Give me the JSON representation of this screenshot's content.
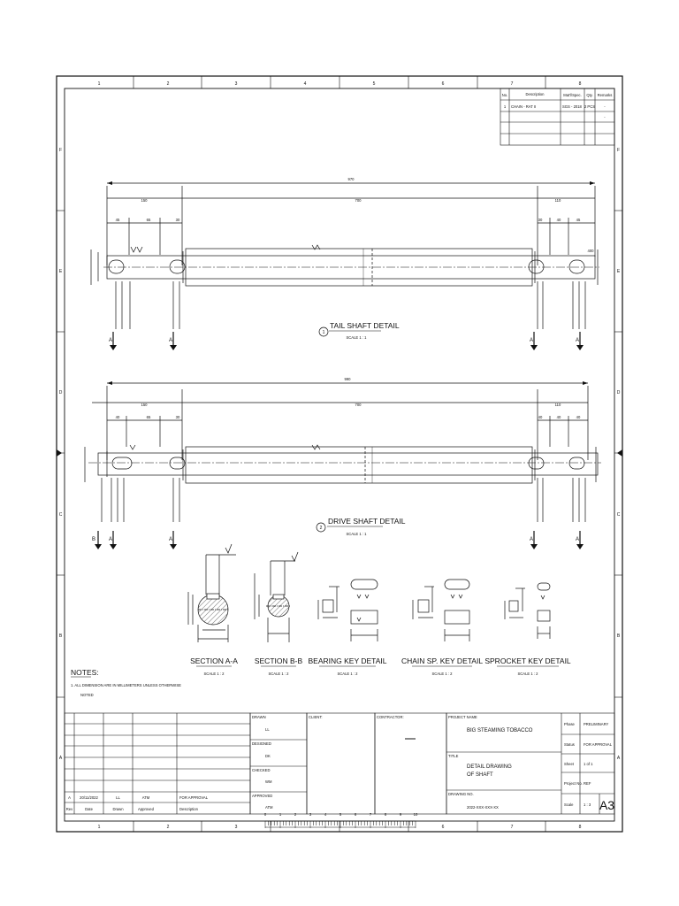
{
  "grid": {
    "columns": [
      "1",
      "2",
      "3",
      "4",
      "5",
      "6",
      "7",
      "8"
    ],
    "rows": [
      "F",
      "E",
      "D",
      "C",
      "B",
      "A"
    ]
  },
  "parts_table": {
    "headers": {
      "no": "No.",
      "description": "Description",
      "spec": "Mat'l/Spec.",
      "qty": "Qty.",
      "remarks": "Remarks"
    },
    "rows": [
      {
        "no": "1",
        "description": "CHAIN - RAT II",
        "spec": "SGS - 2018",
        "qty": "2 PCS",
        "remarks": "-"
      },
      {
        "no": "",
        "description": "",
        "spec": "",
        "qty": "",
        "remarks": "-"
      }
    ]
  },
  "tail_shaft": {
    "title": "TAIL SHAFT DETAIL",
    "scale": "SCALE  1 : 1",
    "number": "1",
    "dims": {
      "overall": "970",
      "left_key": "150",
      "middle": "700",
      "right_key": "110",
      "s1": "45",
      "s2": "65",
      "s3": "30",
      "s4": "30",
      "s5": "40",
      "s6": "45",
      "s7": "400"
    },
    "section_a": "A"
  },
  "drive_shaft": {
    "title": "DRIVE SHAFT DETAIL",
    "scale": "SCALE  1 : 1",
    "number": "2",
    "dims": {
      "overall": "990",
      "left_key": "150",
      "middle": "700",
      "right_key": "110",
      "s1": "40",
      "s2": "65",
      "s3": "30",
      "s4": "40",
      "s5": "40",
      "s6": "40"
    },
    "section_a": "A",
    "section_b": "B"
  },
  "details": [
    {
      "title": "SECTION A-A",
      "scale": "SCALE  1 : 2"
    },
    {
      "title": "SECTION B-B",
      "scale": "SCALE  1 : 2"
    },
    {
      "title": "BEARING KEY DETAIL",
      "scale": "SCALE  1 : 2"
    },
    {
      "title": "CHAIN SP. KEY  DETAIL",
      "scale": "SCALE  1 : 2"
    },
    {
      "title": "SPROCKET KEY DETAIL",
      "scale": "SCALE  1 : 2"
    }
  ],
  "notes": {
    "heading": "NOTES:",
    "line1": "1.   ALL DIMENSION ARE IN MILLIMETERS UNLESS OTHERWISE",
    "line2": "NOTED"
  },
  "revision": {
    "row": {
      "rev": "A",
      "date": "20/11/2022",
      "drawn": "LL",
      "approved": "ATM",
      "description": "FOR APPROVAL"
    },
    "headers": {
      "rev": "Rev",
      "date": "Date",
      "drawn": "Drawn",
      "approved": "Approved",
      "description": "Description"
    }
  },
  "signoff": {
    "drawn_label": "DRAWN",
    "drawn": "LL",
    "designed_label": "DESIGNED",
    "designed": "DK",
    "checked_label": "CHECKED",
    "checked": "WM",
    "approved_label": "APPROVED",
    "approved": "ATM"
  },
  "client_label": "CLIENT:",
  "contractor_label": "CONTRACTOR:",
  "project_label": "PROJECT NAME",
  "project_name": "BIG STEAMING TOBACCO",
  "title_label": "TITLE",
  "title_line1": "DETAIL DRAWING",
  "title_line2": "OF SHAFT",
  "drawing_no_label": "DRAWING NO.",
  "drawing_no": "2022-XXX-XXX-XX",
  "phase_label": "Phase",
  "phase": "PRELIMINARY",
  "status_label": "Status",
  "status": "FOR APPROVAL",
  "sheet_label": "Sheet",
  "sheet": "1 of 1",
  "project_no_label": "Project No.",
  "project_no": "REF",
  "scale_label": "Scale",
  "scale": "1 : 3",
  "sheet_size": "A3",
  "ruler_numbers": [
    "0",
    "1",
    "2",
    "3",
    "4",
    "5",
    "6",
    "7",
    "8",
    "9",
    "10"
  ]
}
